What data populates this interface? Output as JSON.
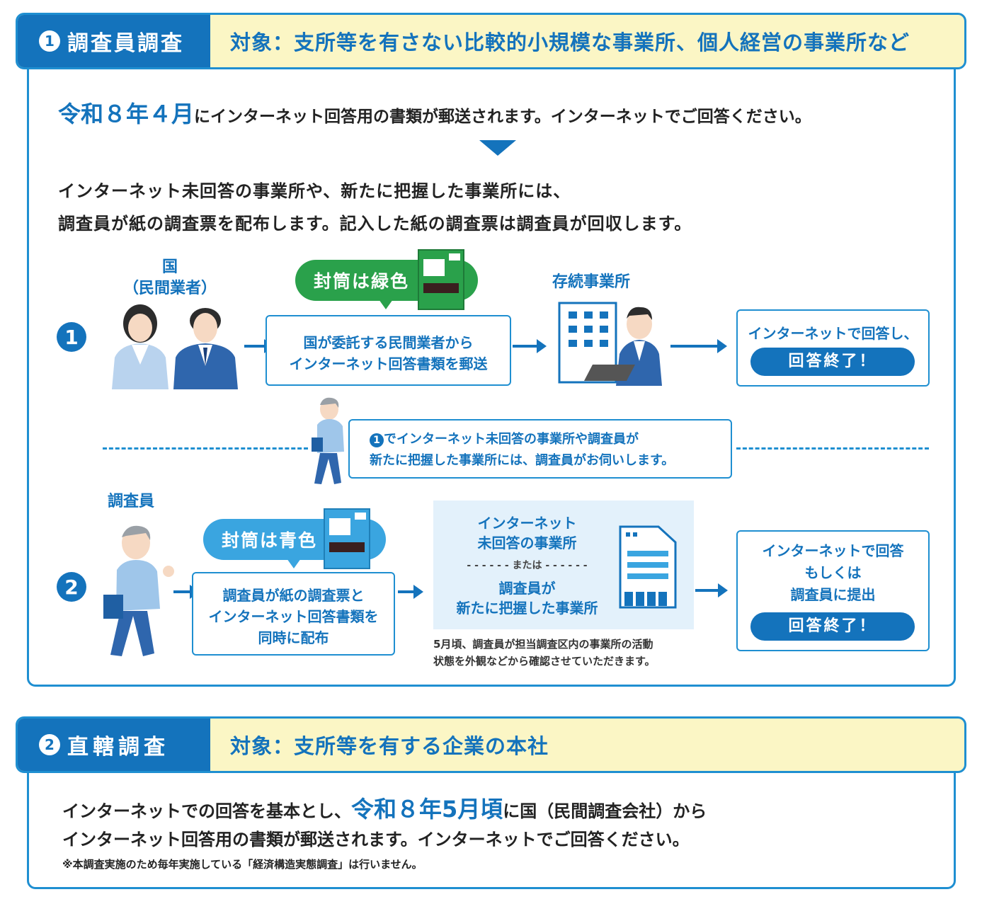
{
  "section1": {
    "num": "1",
    "title": "調査員調査",
    "target": "対象：支所等を有さない比較的小規模な事業所、個人経営の事業所など",
    "intro_highlight": "令和８年４月",
    "intro_rest": "にインターネット回答用の書類が郵送されます。インターネットでご回答ください。",
    "desc_line1": "インターネット未回答の事業所や、新たに把握した事業所には、",
    "desc_line2": "調査員が紙の調査票を配布します。記入した紙の調査票は調査員が回収します。",
    "country_label_1": "国",
    "country_label_2": "（民間業者）",
    "step1_num": "1",
    "envelope_green": "封筒は緑色",
    "step1_box_line1": "国が委託する民間業者から",
    "step1_box_line2": "インターネット回答書類を郵送",
    "existing_label": "存続事業所",
    "step1_result_line": "インターネットで回答し、",
    "finish1": "回答終了！",
    "visit_num": "1",
    "visit_line1": "でインターネット未回答の事業所や調査員が",
    "visit_line2": "新たに把握した事業所には、調査員がお伺いします。",
    "surveyor_label": "調査員",
    "step2_num": "2",
    "envelope_blue": "封筒は青色",
    "step2_box_line1": "調査員が紙の調査票と",
    "step2_box_line2": "インターネット回答書類を",
    "step2_box_line3": "同時に配布",
    "target2_line1": "インターネット",
    "target2_line2": "未回答の事業所",
    "or_label": "または",
    "target2_line3": "調査員が",
    "target2_line4": "新たに把握した事業所",
    "note_line1": "5月頃、調査員が担当調査区内の事業所の活動",
    "note_line2": "状態を外観などから確認させていただきます。",
    "step2_result_line1": "インターネットで回答",
    "step2_result_line2": "もしくは",
    "step2_result_line3": "調査員に提出",
    "finish2": "回答終了！"
  },
  "section2": {
    "num": "2",
    "title": "直轄調査",
    "target": "対象：支所等を有する企業の本社",
    "line1_a": "インターネットでの回答を基本とし、",
    "line1_highlight": "令和８年5月頃",
    "line1_b": "に国（民間調査会社）から",
    "line2": "インターネット回答用の書類が郵送されます。インターネットでご回答ください。",
    "footnote": "※本調査実施のため毎年実施している「経済構造実態調査」は行いません。"
  },
  "colors": {
    "primary": "#1473bc",
    "border": "#1f8fd1",
    "header_bg": "#fbf6c5",
    "green_bubble": "#2aa14b",
    "blue_bubble": "#3aa5e0",
    "light_panel": "#e3f1fb"
  }
}
